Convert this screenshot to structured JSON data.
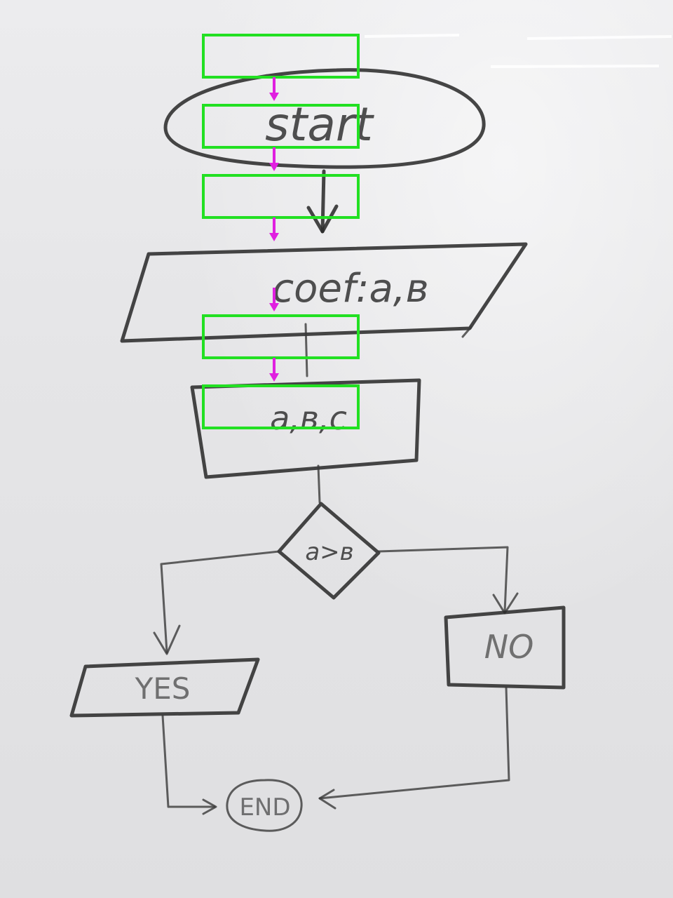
{
  "nodes": {
    "start": "start",
    "input": "coef:a,в",
    "process": "a,в,c",
    "decision": "a>в",
    "yes": "YES",
    "no": "NO",
    "end": "END"
  },
  "annotations": {
    "box_color": "#22e022",
    "arrow_color": "#e020e0",
    "box_count": 5,
    "arrow_count": 5
  }
}
